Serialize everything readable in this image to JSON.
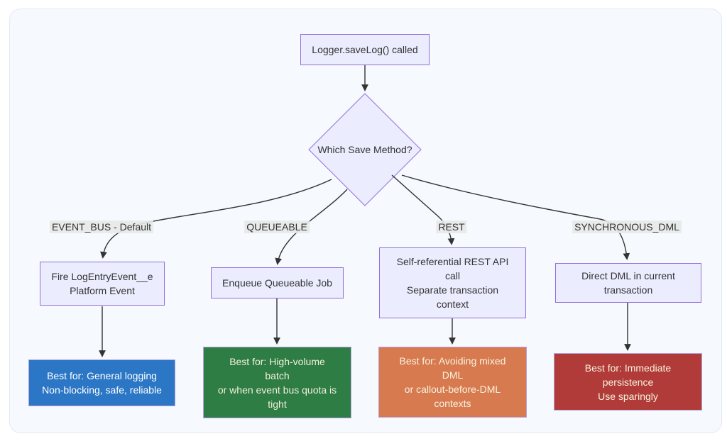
{
  "diagram": {
    "start": {
      "label": "Logger.saveLog() called"
    },
    "decision": {
      "label": "Which Save Method?"
    },
    "branches": [
      {
        "edge_label": "EVENT_BUS - Default",
        "method": {
          "lines": [
            "Fire LogEntryEvent__e",
            "Platform Event"
          ]
        },
        "best_for": {
          "lines": [
            "Best for: General logging",
            "Non-blocking, safe, reliable"
          ],
          "color": "#2b76c5",
          "text_color": "#ffffff"
        }
      },
      {
        "edge_label": "QUEUEABLE",
        "method": {
          "lines": [
            "Enqueue Queueable Job"
          ]
        },
        "best_for": {
          "lines": [
            "Best for: High-volume",
            "batch",
            "or when event bus quota is",
            "tight"
          ],
          "color": "#2e7d45",
          "text_color": "#f2efda"
        }
      },
      {
        "edge_label": "REST",
        "method": {
          "lines": [
            "Self-referential REST API",
            "call",
            "Separate transaction",
            "context"
          ]
        },
        "best_for": {
          "lines": [
            "Best for: Avoiding mixed",
            "DML",
            "or callout-before-DML",
            "contexts"
          ],
          "color": "#d87a50",
          "text_color": "#f7f3df"
        }
      },
      {
        "edge_label": "SYNCHRONOUS_DML",
        "method": {
          "lines": [
            "Direct DML in current",
            "transaction"
          ]
        },
        "best_for": {
          "lines": [
            "Best for: Immediate",
            "persistence",
            "Use sparingly"
          ],
          "color": "#b13b38",
          "text_color": "#f7f3df"
        }
      }
    ],
    "colors": {
      "node_fill": "#ececff",
      "node_border": "#9370db",
      "edge": "#333333",
      "edge_label_bg": "#e8e8e8",
      "canvas_bg": "#f6f9fd"
    }
  }
}
